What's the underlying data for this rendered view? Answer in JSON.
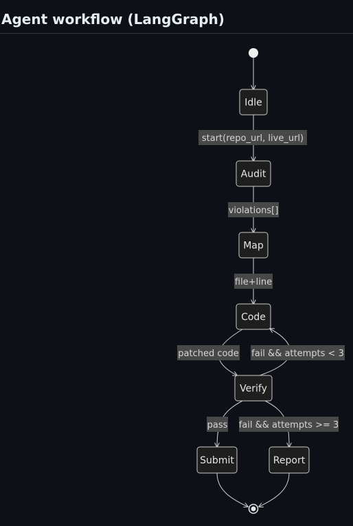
{
  "page": {
    "title": "Agent workflow (LangGraph)"
  },
  "diagram": {
    "nodes": {
      "idle": "Idle",
      "audit": "Audit",
      "map": "Map",
      "code": "Code",
      "verify": "Verify",
      "submit": "Submit",
      "report": "Report"
    },
    "edges": {
      "idle_audit": "start(repo_url, live_url)",
      "audit_map": "violations[]",
      "map_code": "file+line",
      "code_verify": "patched code",
      "verify_code": "fail && attempts < 3",
      "verify_submit": "pass",
      "verify_report": "fail && attempts >= 3"
    },
    "colors": {
      "background": "#0d1117",
      "node_fill": "#1e1e1e",
      "node_stroke": "#c9c9c9",
      "edge": "#cfcfcf",
      "label_bg": "#484848"
    }
  }
}
